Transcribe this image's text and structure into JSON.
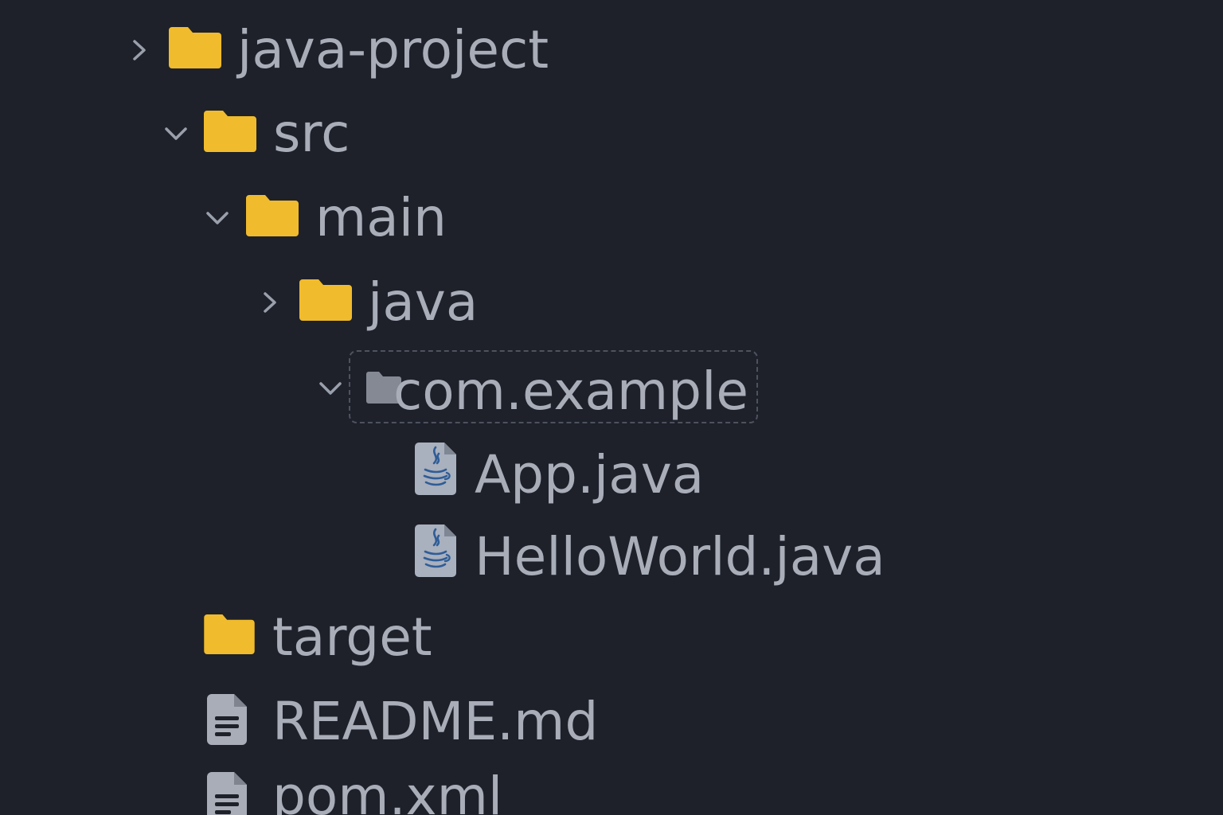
{
  "colors": {
    "background": "#1e212a",
    "folder": "#f0bb2c",
    "folder_muted": "#858994",
    "text": "#a8adb8",
    "chevron": "#9aa0ab",
    "java_file_bg": "#a9b0be",
    "java_logo": "#2f5d96",
    "doc_file": "#a9adb7",
    "focus_border": "#4d525e"
  },
  "tree": [
    {
      "label": "java-project",
      "icon": "folder-icon",
      "chevron": "chevron-right-icon",
      "depth": 0
    },
    {
      "label": "src",
      "icon": "folder-icon",
      "chevron": "chevron-down-icon",
      "depth": 1
    },
    {
      "label": "main",
      "icon": "folder-icon",
      "chevron": "chevron-down-icon",
      "depth": 2
    },
    {
      "label": "java",
      "icon": "folder-icon",
      "chevron": "chevron-right-icon",
      "depth": 3
    },
    {
      "label": "com.example",
      "icon": "folder-icon",
      "chevron": "chevron-down-icon",
      "depth": 4,
      "focused": true
    },
    {
      "label": "App.java",
      "icon": "java-file-icon",
      "depth": 5
    },
    {
      "label": "HelloWorld.java",
      "icon": "java-file-icon",
      "depth": 5
    },
    {
      "label": "target",
      "icon": "folder-icon",
      "depth": 1
    },
    {
      "label": "README.md",
      "icon": "text-file-icon",
      "depth": 1
    },
    {
      "label": "pom.xml",
      "icon": "text-file-icon",
      "depth": 1
    }
  ]
}
